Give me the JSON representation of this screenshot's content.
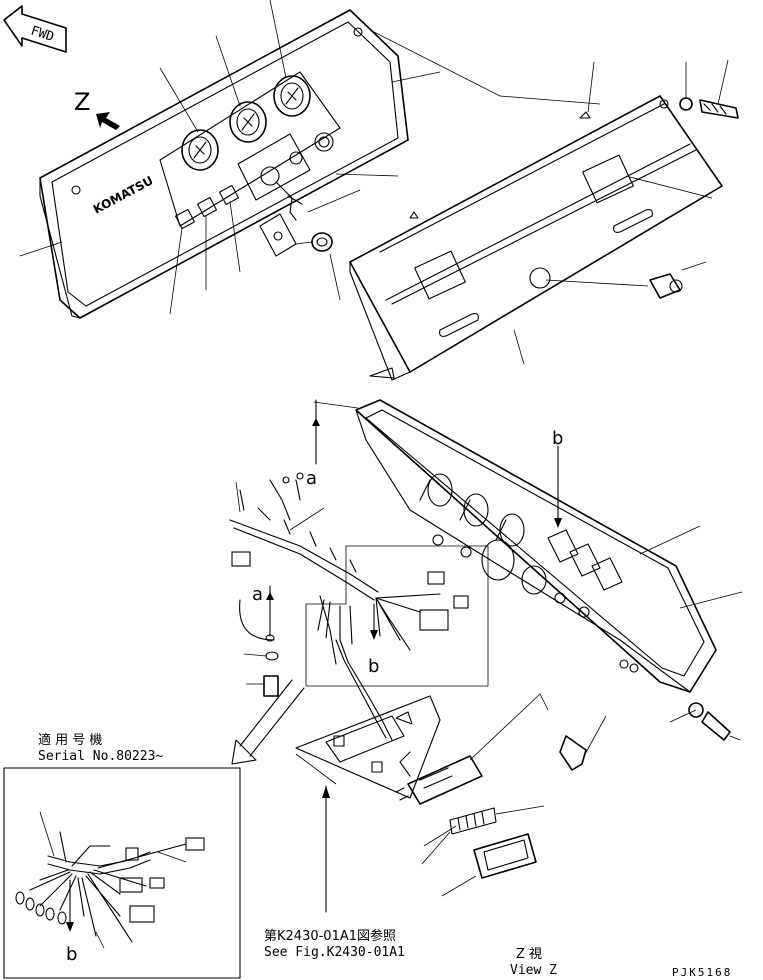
{
  "labels": {
    "fwd": "FWD",
    "view_letter": "Z",
    "logo": "KOMATSU",
    "callout_a_upper": "a",
    "callout_a_lower": "a",
    "callout_b_upper": "b",
    "callout_b_middle": "b",
    "callout_b_inset": "b",
    "serial_jp": "適 用 号 機",
    "serial_en": "Serial No.80223~",
    "ref_jp": "第K2430-01A1図参照",
    "ref_en": "See Fig.K2430-01A1",
    "view_jp": "Z 視",
    "view_en": "View Z",
    "drawing_code": "PJK5168"
  }
}
